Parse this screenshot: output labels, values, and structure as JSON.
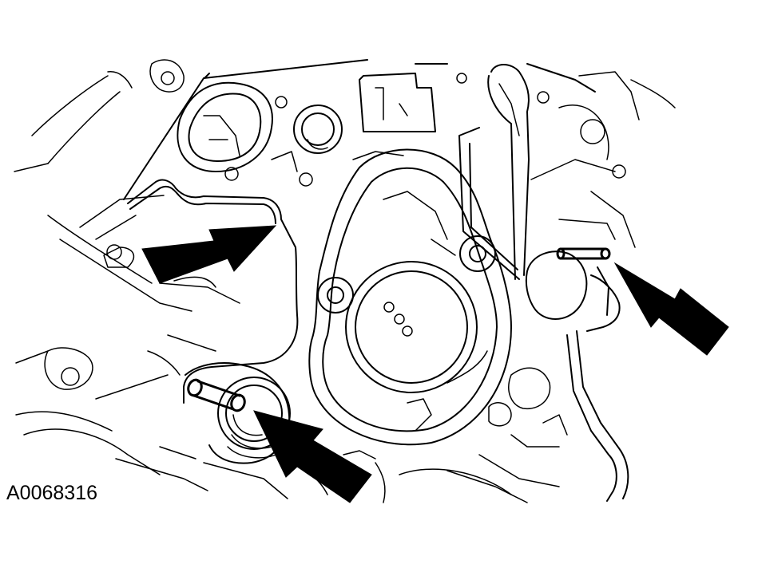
{
  "figure": {
    "id_label": "A0068316",
    "line_color": "#000000",
    "background_color": "#ffffff"
  },
  "callouts": [
    {
      "name": "arrow-upper-left",
      "target": "gasket-edge"
    },
    {
      "name": "arrow-right",
      "target": "dowel-pin-right"
    },
    {
      "name": "arrow-lower",
      "target": "dowel-pin-left"
    }
  ]
}
